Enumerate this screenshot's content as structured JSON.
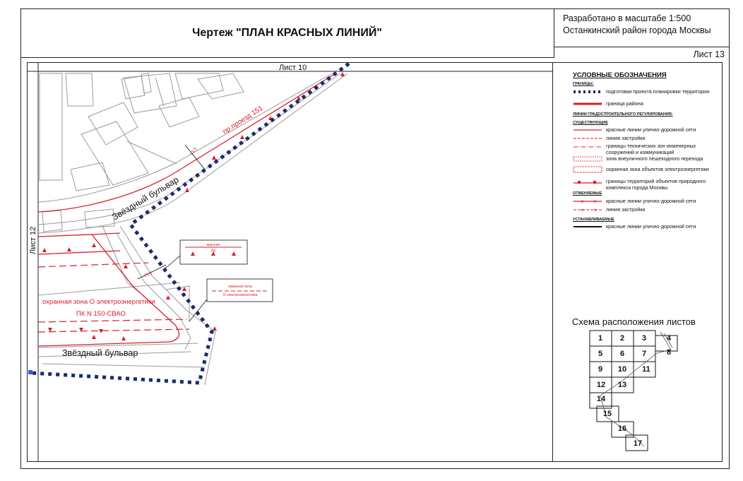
{
  "header": {
    "title": "Чертеж \"ПЛАН КРАСНЫХ ЛИНИЙ\"",
    "scale": "Разработано в масштабе 1:500",
    "district": "Останкинский район города Москвы",
    "sheet": "Лист 13"
  },
  "map": {
    "sheet_top": "Лист 10",
    "sheet_left": "Лист 12",
    "streets": {
      "bulvar_upper": "Звёздный бульвар",
      "bulvar_lower": "Звёздный бульвар",
      "proezd": "пр.проезд 151"
    },
    "zone_label": "охранная зона О электроэнергетики",
    "pk_label": "ПК N 150-СВАО",
    "callout_1": {
      "line1": "красная",
      "line2": "ПК"
    },
    "callout_2": {
      "line1": "охранная зона",
      "line2": "О электроэнергетики"
    },
    "dimension_1": "23,0",
    "dimension_2": "23,0"
  },
  "legend": {
    "title": "УСЛОВНЫЕ ОБОЗНАЧЕНИЯ",
    "group_borders": "ГРАНИЦЫ:",
    "border_items": [
      "подготовки проекта планировки территории",
      "граница района"
    ],
    "group_regulation": "ЛИНИИ ГРАДОСТРОИТЕЛЬНОГО РЕГУЛИРОВАНИЯ:",
    "group_existing": "СУЩЕСТВУЮЩИЕ",
    "existing_items": [
      "красные линии улично-дорожной сети",
      "линия застройки",
      "границы технических зон инженерных сооружений и коммуникаций",
      "зона внеуличного пешеходного перехода",
      "охранная зона объектов электроэнергетики",
      "границы территорий объектов природного комплекса города Москвы"
    ],
    "group_cancelled": "ОТМЕНЯЕМЫЕ",
    "cancelled_items": [
      "красные линии улично-дорожной сети",
      "линия застройки"
    ],
    "group_established": "УСТАНАВЛИВАЕМЫЕ",
    "established_items": [
      "красные линии улично-дорожной сети"
    ]
  },
  "scheme": {
    "title": "Схема расположения листов",
    "cells": [
      "1",
      "2",
      "3",
      "4",
      "5",
      "6",
      "7",
      "8",
      "9",
      "10",
      "11",
      "12",
      "13",
      "14",
      "15",
      "16",
      "17"
    ]
  },
  "colors": {
    "red": "#d81e2a",
    "navy": "#1c2a6b",
    "gray": "#9a9a9a"
  }
}
